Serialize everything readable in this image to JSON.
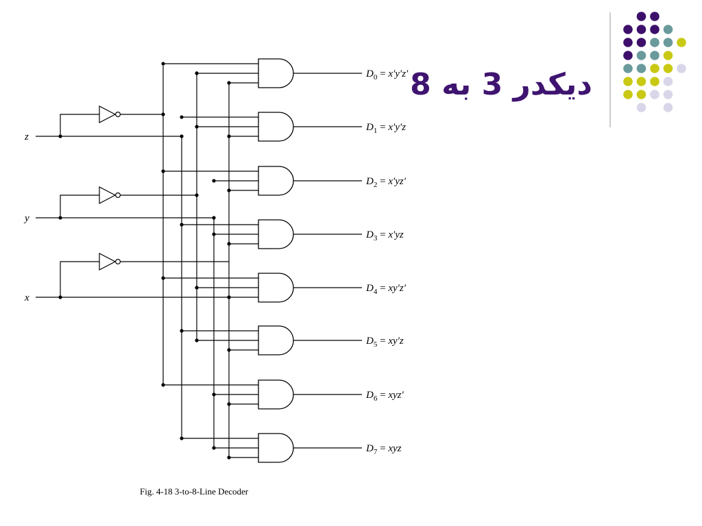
{
  "slide": {
    "title": "دیکدر 3 به 8",
    "divider_color": "#999999",
    "decoration_dots": [
      {
        "color": "#3d0f6b"
      },
      {
        "color": "#6a9a9b"
      },
      {
        "color": "#c9c914"
      },
      {
        "color": "#d8d6e8"
      }
    ]
  },
  "diagram": {
    "inputs": [
      {
        "name": "z-input",
        "label": "z"
      },
      {
        "name": "y-input",
        "label": "y"
      },
      {
        "name": "x-input",
        "label": "x"
      }
    ],
    "outputs": [
      {
        "sub": "0",
        "expr": "x′y′z′"
      },
      {
        "sub": "1",
        "expr": "x′y′z"
      },
      {
        "sub": "2",
        "expr": "x′yz′"
      },
      {
        "sub": "3",
        "expr": "x′yz"
      },
      {
        "sub": "4",
        "expr": "xy′z′"
      },
      {
        "sub": "5",
        "expr": "xy′z"
      },
      {
        "sub": "6",
        "expr": "xyz′"
      },
      {
        "sub": "7",
        "expr": "xyz"
      }
    ],
    "output_prefix": "D",
    "caption": "Fig. 4-18  3-to-8-Line Decoder"
  }
}
